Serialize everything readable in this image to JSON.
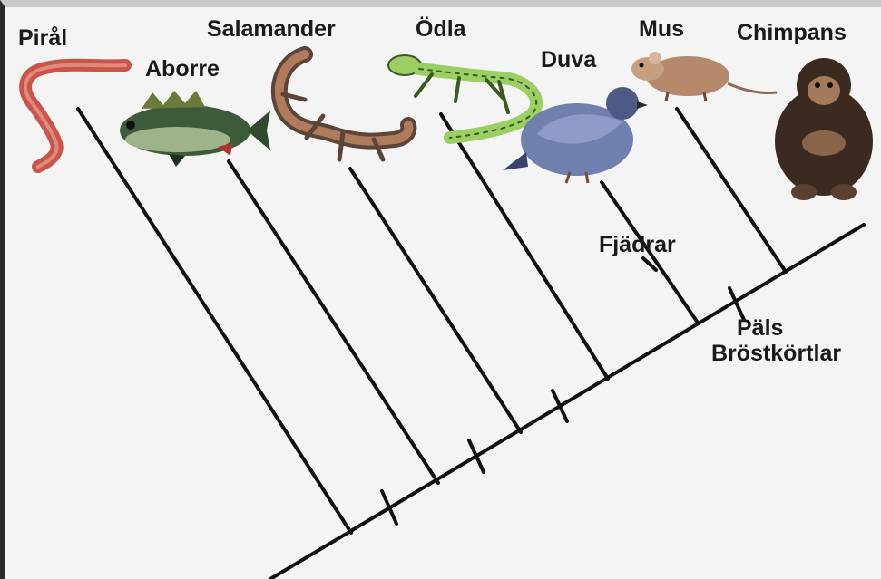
{
  "taxa": {
    "piral": "Pirål",
    "aborre": "Aborre",
    "salamander": "Salamander",
    "odla": "Ödla",
    "duva": "Duva",
    "mus": "Mus",
    "chimpans": "Chimpans"
  },
  "traits": {
    "fjadrar": "Fjädrar",
    "pals": "Päls",
    "brostkortlar": "Bröstkörtlar"
  },
  "colors": {
    "line": "#111111",
    "background": "#f4f4f5",
    "eel": "#c8544a",
    "fish": "#3d5a3a",
    "salamander": "#b07a5c",
    "lizard": "#9bcf63",
    "pigeon": "#6f7fae",
    "mouse": "#b5896a",
    "chimp": "#3b2a20"
  },
  "icons": [
    "eel-icon",
    "perch-icon",
    "salamander-icon",
    "lizard-icon",
    "pigeon-icon",
    "mouse-icon",
    "chimpanzee-icon"
  ]
}
